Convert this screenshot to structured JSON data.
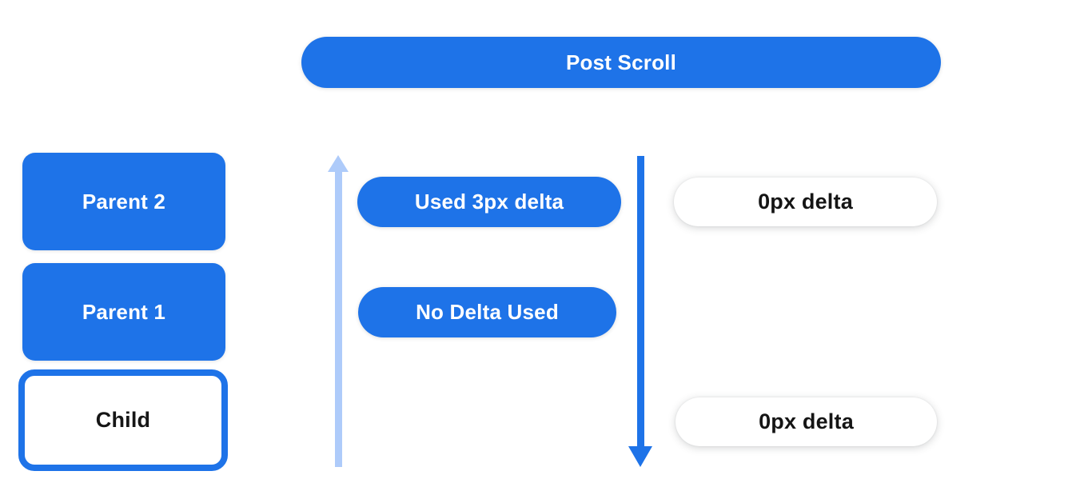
{
  "colors": {
    "primary_blue": "#1e73e8",
    "light_blue": "#aecbfa",
    "pill_text_light": "#ffffff",
    "pill_text_dark": "#151515",
    "background": "#ffffff"
  },
  "header": {
    "title": "Post Scroll"
  },
  "scroller_stack": {
    "boxes": [
      {
        "label": "Parent 2",
        "variant": "filled"
      },
      {
        "label": "Parent 1",
        "variant": "filled"
      },
      {
        "label": "Child",
        "variant": "outlined"
      }
    ]
  },
  "scroll_up_chain": {
    "arrow": "arrow-up-light-blue",
    "pills": [
      {
        "label": "Used 3px delta"
      },
      {
        "label": "No Delta Used"
      }
    ]
  },
  "scroll_down_chain": {
    "arrow": "arrow-down-blue",
    "pills": [
      {
        "label": "0px delta"
      },
      {
        "label": "0px delta"
      }
    ]
  }
}
